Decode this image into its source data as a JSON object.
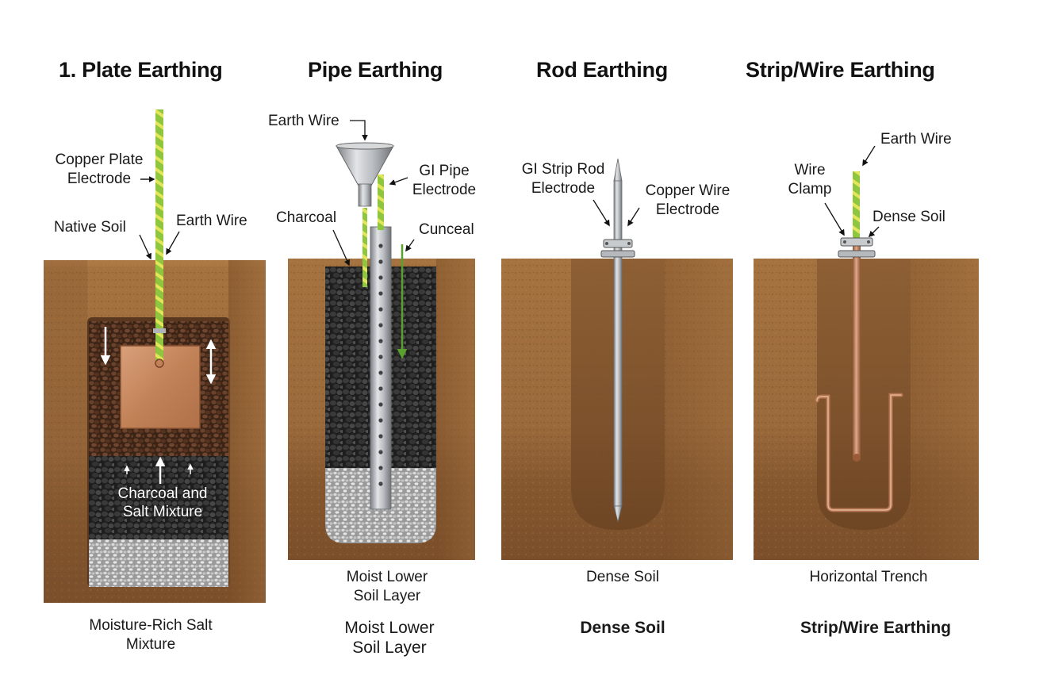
{
  "titles": {
    "plate": "1. Plate Earthing",
    "pipe": "Pipe Earthing",
    "rod": "Rod Earthing",
    "strip": "Strip/Wire Earthing"
  },
  "plate": {
    "copper_plate_line1": "Copper Plate",
    "copper_plate_line2": "Electrode",
    "native_soil": "Native Soil",
    "earth_wire": "Earth Wire",
    "charcoal_line1": "Charcoal and",
    "charcoal_line2": "Salt Mixture",
    "bottom_line1": "Moisture-Rich Salt",
    "bottom_line2": "Mixture"
  },
  "pipe": {
    "earth_wire": "Earth Wire",
    "gi_pipe_line1": "GI Pipe",
    "gi_pipe_line2": "Electrode",
    "charcoal": "Charcoal",
    "cunceal": "Cunceal",
    "below_line1": "Moist Lower",
    "below_line2": "Soil Layer",
    "bottom_line1": "Moist Lower",
    "bottom_line2": "Soil Layer"
  },
  "rod": {
    "gi_strip_line1": "GI Strip Rod",
    "gi_strip_line2": "Electrode",
    "copper_wire_line1": "Copper Wire",
    "copper_wire_line2": "Electrode",
    "below": "Dense Soil",
    "bottom": "Dense Soil"
  },
  "strip": {
    "earth_wire": "Earth Wire",
    "wire_clamp_line1": "Wire",
    "wire_clamp_line2": "Clamp",
    "dense_soil": "Dense Soil",
    "below": "Horizontal Trench",
    "bottom": "Strip/Wire Earthing"
  },
  "colors": {
    "soil": "#9a6a3c",
    "soil_dark": "#6e4423",
    "charcoal": "#2d2d2d",
    "gravel": "#bfbfbf",
    "copper": "#c98a60",
    "steel": "#a9adb1",
    "wire_green": "#8ec63f",
    "wire_yellow": "#e4e65a"
  }
}
